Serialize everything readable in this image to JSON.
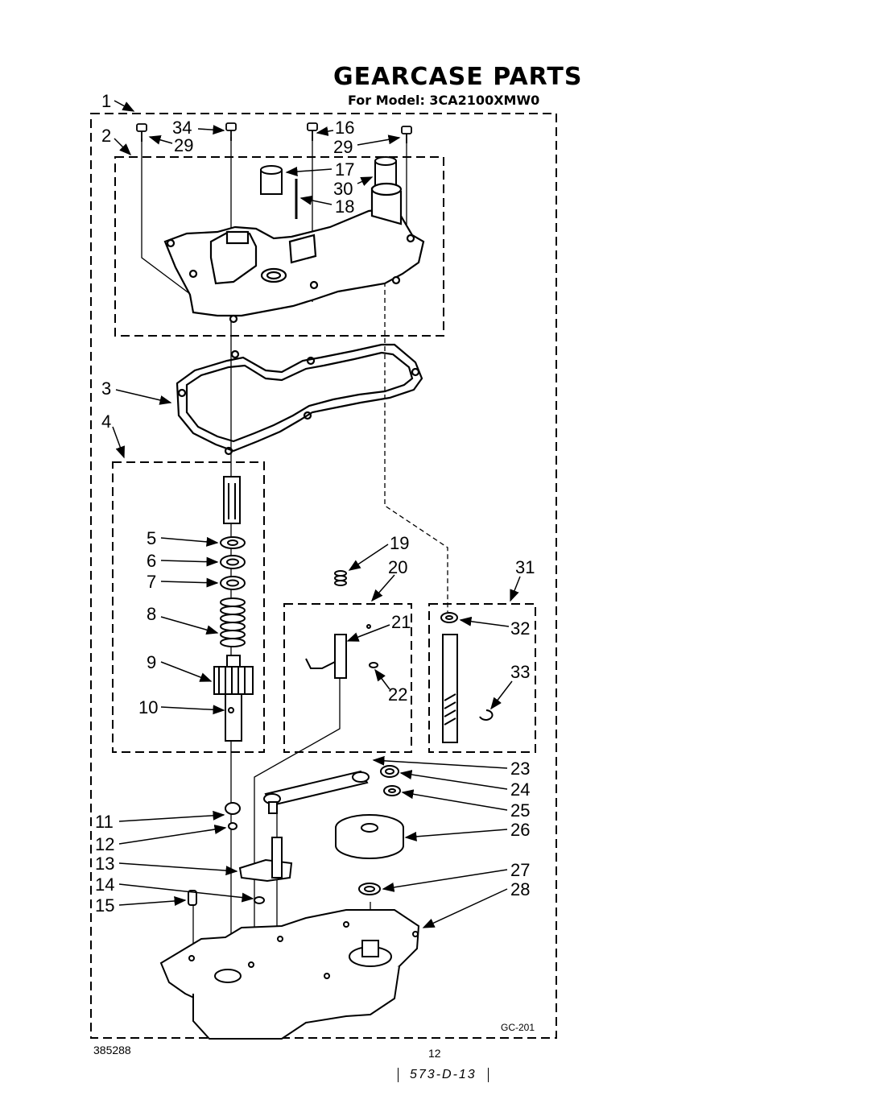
{
  "header": {
    "title": "GEARCASE PARTS",
    "subtitle": "For Model: 3CA2100XMW0"
  },
  "footer": {
    "doc_number": "385288",
    "page_number": "12",
    "handwritten_code": "573-D-13",
    "figure_code": "GC-201"
  },
  "parts": [
    {
      "id": "p1",
      "label": "1"
    },
    {
      "id": "p2",
      "label": "2"
    },
    {
      "id": "p3",
      "label": "3"
    },
    {
      "id": "p4",
      "label": "4"
    },
    {
      "id": "p5",
      "label": "5"
    },
    {
      "id": "p6",
      "label": "6"
    },
    {
      "id": "p7",
      "label": "7"
    },
    {
      "id": "p8",
      "label": "8"
    },
    {
      "id": "p9",
      "label": "9"
    },
    {
      "id": "p10",
      "label": "10"
    },
    {
      "id": "p11",
      "label": "11"
    },
    {
      "id": "p12",
      "label": "12"
    },
    {
      "id": "p13",
      "label": "13"
    },
    {
      "id": "p14",
      "label": "14"
    },
    {
      "id": "p15",
      "label": "15"
    },
    {
      "id": "p16",
      "label": "16"
    },
    {
      "id": "p17",
      "label": "17"
    },
    {
      "id": "p18",
      "label": "18"
    },
    {
      "id": "p19",
      "label": "19"
    },
    {
      "id": "p20",
      "label": "20"
    },
    {
      "id": "p21",
      "label": "21"
    },
    {
      "id": "p22",
      "label": "22"
    },
    {
      "id": "p23",
      "label": "23"
    },
    {
      "id": "p24",
      "label": "24"
    },
    {
      "id": "p25",
      "label": "25"
    },
    {
      "id": "p26",
      "label": "26"
    },
    {
      "id": "p27",
      "label": "27"
    },
    {
      "id": "p28",
      "label": "28"
    },
    {
      "id": "p29a",
      "label": "29"
    },
    {
      "id": "p29b",
      "label": "29"
    },
    {
      "id": "p30",
      "label": "30"
    },
    {
      "id": "p31",
      "label": "31"
    },
    {
      "id": "p32",
      "label": "32"
    },
    {
      "id": "p33",
      "label": "33"
    },
    {
      "id": "p34",
      "label": "34"
    }
  ]
}
